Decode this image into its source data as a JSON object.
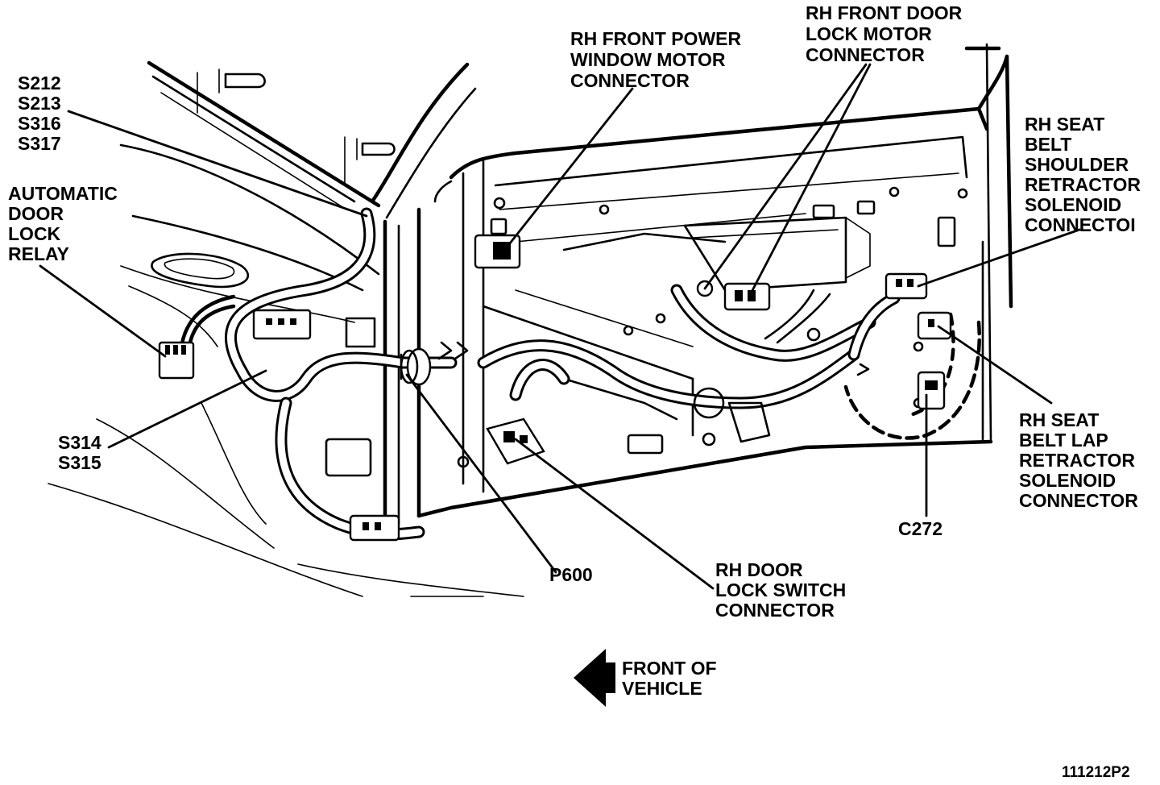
{
  "labels": {
    "splices_top": [
      "S212",
      "S213",
      "S316",
      "S317"
    ],
    "auto_door_lock_relay": [
      "AUTOMATIC",
      "DOOR",
      "LOCK",
      "RELAY"
    ],
    "splices_bottom": [
      "S314",
      "S315"
    ],
    "power_window_motor": [
      "RH FRONT POWER",
      "WINDOW MOTOR",
      "CONNECTOR"
    ],
    "door_lock_motor": [
      "RH FRONT DOOR",
      "LOCK MOTOR",
      "CONNECTOR"
    ],
    "shoulder_retractor": [
      "RH SEAT",
      "BELT",
      "SHOULDER",
      "RETRACTOR",
      "SOLENOID",
      "CONNECTOI"
    ],
    "lap_retractor": [
      "RH SEAT",
      "BELT LAP",
      "RETRACTOR",
      "SOLENOID",
      "CONNECTOR"
    ],
    "c272": "C272",
    "p600": "P600",
    "door_lock_switch": [
      "RH DOOR",
      "LOCK SWITCH",
      "CONNECTOR"
    ],
    "front_of_vehicle": [
      "FRONT OF",
      "VEHICLE"
    ],
    "figure_id": "111212P2"
  }
}
